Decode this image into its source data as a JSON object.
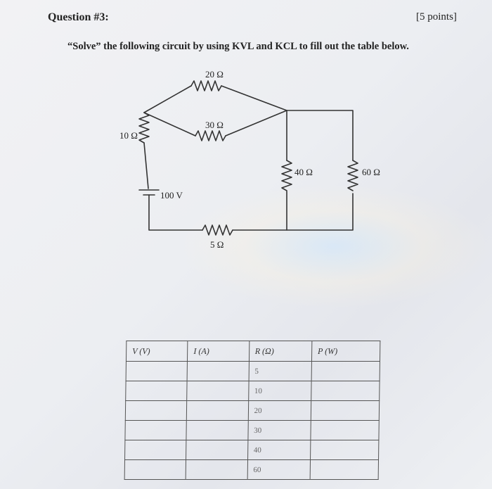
{
  "header": {
    "title": "Question #3:",
    "points": "[5 points]"
  },
  "instructions": "“Solve” the following circuit by using KVL and KCL to fill out the table below.",
  "circuit": {
    "resistors": [
      {
        "id": "r20",
        "label": "20 Ω"
      },
      {
        "id": "r30",
        "label": "30 Ω"
      },
      {
        "id": "r10",
        "label": "10 Ω"
      },
      {
        "id": "r40",
        "label": "40 Ω"
      },
      {
        "id": "r60",
        "label": "60 Ω"
      },
      {
        "id": "r5",
        "label": "5 Ω"
      }
    ],
    "source": {
      "label": "100 V"
    }
  },
  "table": {
    "headers": [
      "V (V)",
      "I (A)",
      "R (Ω)",
      "P (W)"
    ],
    "r_values": [
      "5",
      "10",
      "20",
      "30",
      "40",
      "60"
    ]
  }
}
